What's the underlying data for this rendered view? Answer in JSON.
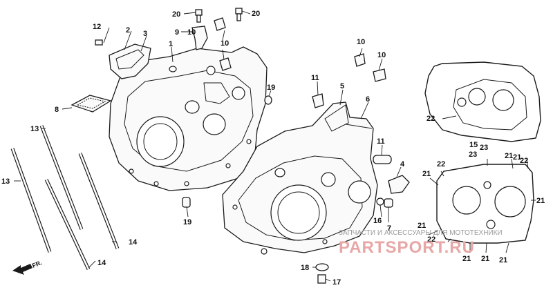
{
  "labels": {
    "p1": "1",
    "p2": "2",
    "p3": "3",
    "p4": "4",
    "p5": "5",
    "p6": "6",
    "p7": "7",
    "p8": "8",
    "p9": "9",
    "p10a": "10",
    "p10b": "10",
    "p10c": "10",
    "p11a": "11",
    "p11b": "11",
    "p12": "12",
    "p13a": "13",
    "p13b": "13",
    "p14a": "14",
    "p14b": "14",
    "p15": "15",
    "p16": "16",
    "p17": "17",
    "p18": "18",
    "p19a": "19",
    "p19b": "19",
    "p20a": "20",
    "p20b": "20",
    "p21a": "21",
    "p21b": "21",
    "p21c": "21",
    "p21d": "21",
    "p21e": "21",
    "p21f": "21",
    "p21g": "21",
    "p22a": "22",
    "p22b": "22",
    "p22c": "22",
    "p23a": "23",
    "p23b": "23"
  },
  "front_arrow": "FR.",
  "watermark": {
    "line1": "ЗАПЧАСТИ И АКСЕССУАРЫ ДЛЯ МОТОТЕХНИКИ",
    "line2": "PARTSPORT.RU"
  },
  "colors": {
    "watermark_text": "#e8a7a7",
    "line": "#1a1a1a"
  }
}
